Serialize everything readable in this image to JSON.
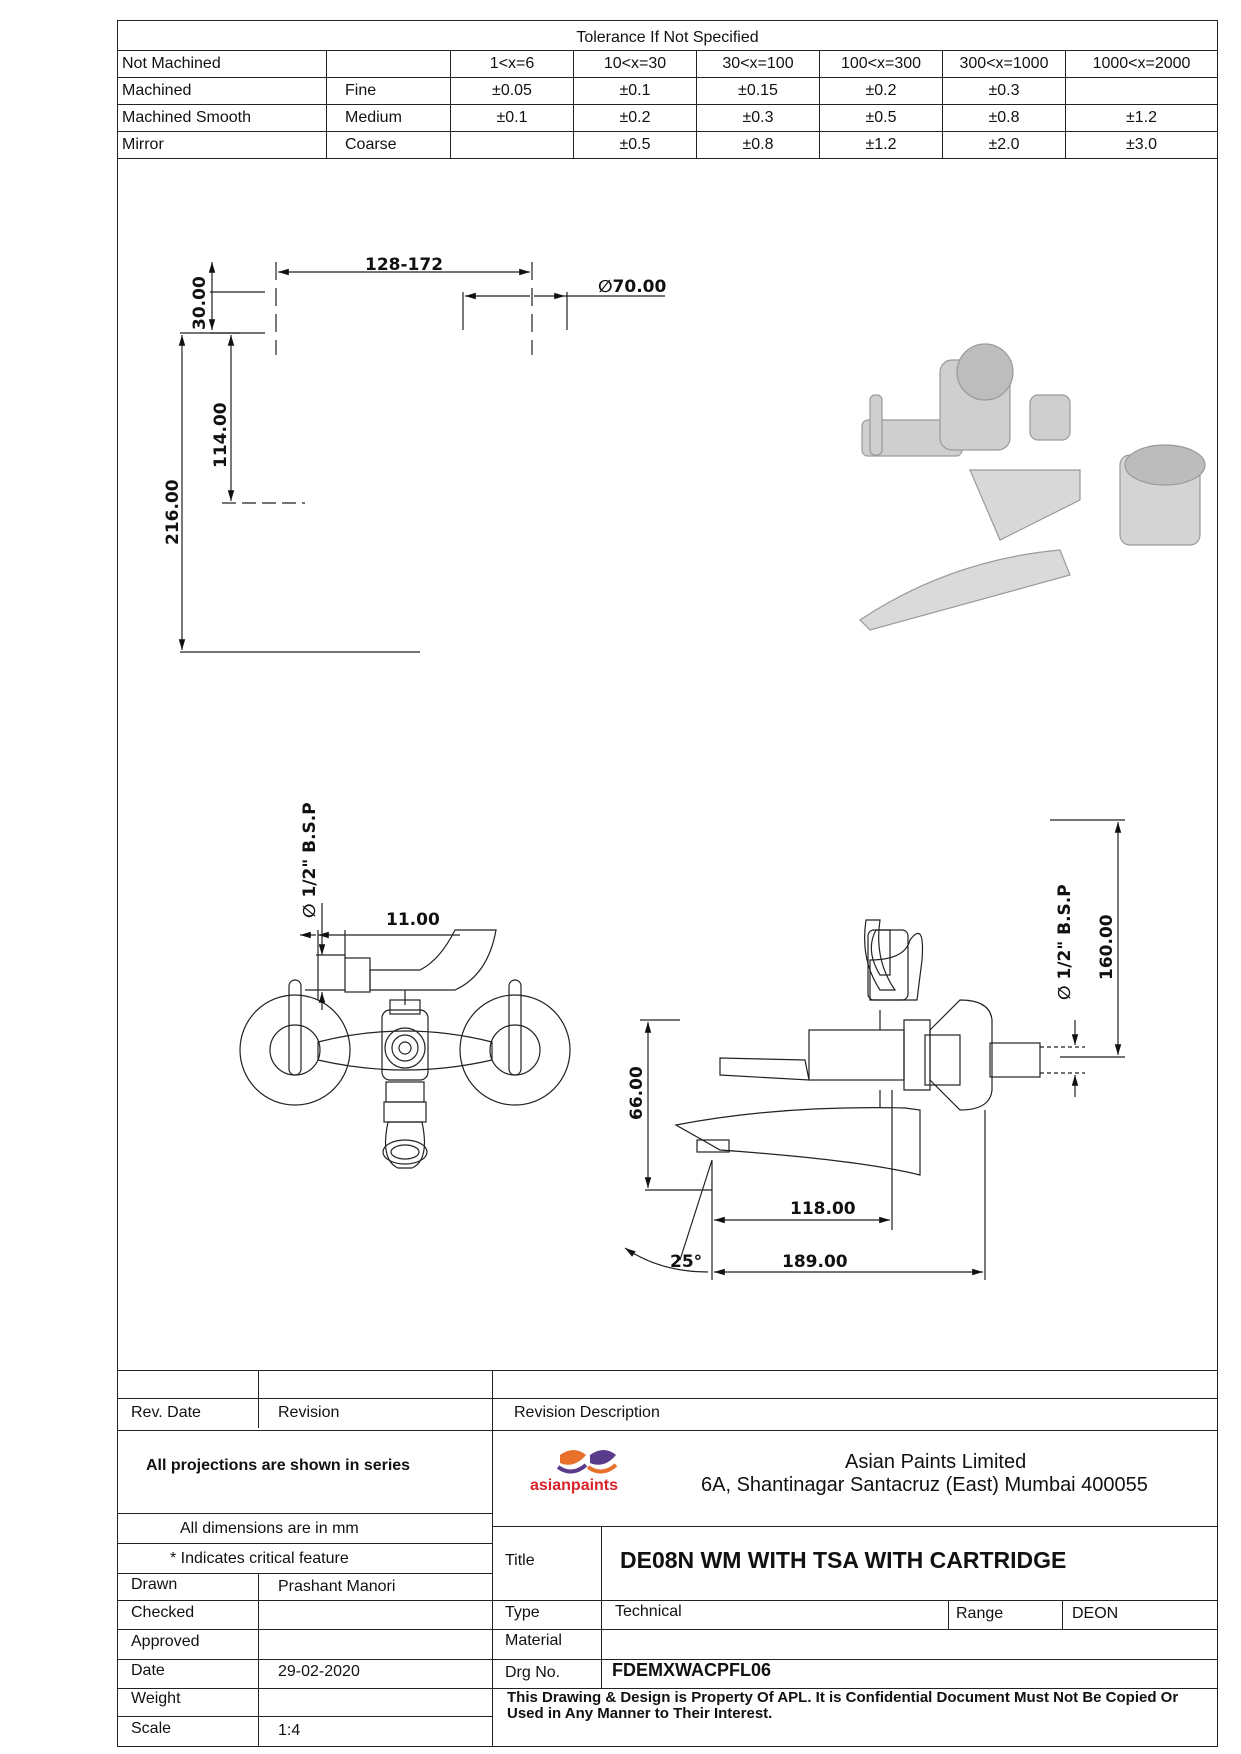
{
  "tolerance_table": {
    "title": "Tolerance If Not Specified",
    "ranges": [
      "1<x=6",
      "10<x=30",
      "30<x=100",
      "100<x=300",
      "300<x=1000",
      "1000<x=2000"
    ],
    "finish_labels": [
      "Not Machined",
      "Machined",
      "Machined Smooth",
      "Mirror"
    ],
    "rows": [
      {
        "class": "Fine",
        "values": [
          "±0.05",
          "±0.1",
          "±0.15",
          "±0.2",
          "±0.3",
          ""
        ]
      },
      {
        "class": "Medium",
        "values": [
          "±0.1",
          "±0.2",
          "±0.3",
          "±0.5",
          "±0.8",
          "±1.2"
        ]
      },
      {
        "class": "Coarse",
        "values": [
          "",
          "±0.5",
          "±0.8",
          "±1.2",
          "±2.0",
          "±3.0"
        ]
      }
    ]
  },
  "dimensions": {
    "d_128_172": "128-172",
    "d_dia70": "∅70.00",
    "d_30": "30.00",
    "d_114": "114.00",
    "d_216": "216.00",
    "d_bsp_left": "∅ 1/2\" B.S.P",
    "d_11": "11.00",
    "d_bsp_right": "∅ 1/2\" B.S.P",
    "d_160": "160.00",
    "d_66": "66.00",
    "d_118": "118.00",
    "d_189": "189.00",
    "d_25": "25°"
  },
  "title_block": {
    "rev_date_label": "Rev. Date",
    "revision_label": "Revision",
    "revision_desc_label": "Revision Description",
    "projections_note": "All projections are shown in series",
    "dimensions_note": "All dimensions are in mm",
    "critical_note": "* Indicates critical feature",
    "logo_text": "asianpaints",
    "company_name": "Asian Paints Limited",
    "company_address": "6A, Shantinagar Santacruz (East) Mumbai 400055",
    "drawn_label": "Drawn",
    "drawn_value": "Prashant Manori",
    "checked_label": "Checked",
    "checked_value": "",
    "approved_label": "Approved",
    "approved_value": "",
    "date_label": "Date",
    "date_value": "29-02-2020",
    "weight_label": "Weight",
    "weight_value": "",
    "scale_label": "Scale",
    "scale_value": "1:4",
    "title_label": "Title",
    "title_value": "DE08N WM WITH TSA WITH CARTRIDGE",
    "type_label": "Type",
    "type_value": "Technical",
    "range_label": "Range",
    "range_value": "DEON",
    "material_label": "Material",
    "material_value": "",
    "drg_label": "Drg No.",
    "drg_value": "FDEMXWACPFL06",
    "confidential": "This Drawing & Design is Property Of APL. It is Confidential Document Must Not Be Copied Or Used in Any Manner to Their Interest."
  },
  "colors": {
    "line": "#222222",
    "logo_orange": "#e8702a",
    "logo_purple": "#5a3a8a",
    "logo_red": "#d8232a"
  }
}
